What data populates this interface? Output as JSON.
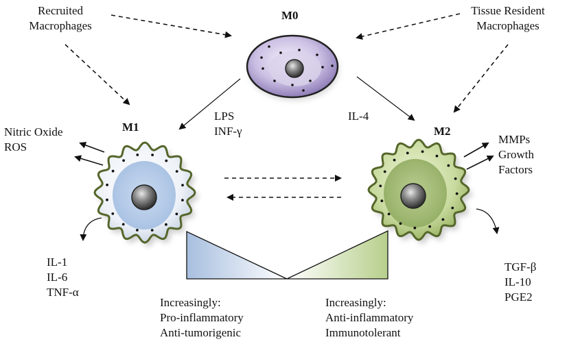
{
  "sources": {
    "recruited": [
      "Recruited",
      "Macrophages"
    ],
    "resident": [
      "Tissue Resident",
      "Macrophages"
    ]
  },
  "cells": {
    "m0": {
      "label": "M0"
    },
    "m1": {
      "label": "M1"
    },
    "m2": {
      "label": "M2"
    }
  },
  "stimuli": {
    "m1": [
      "LPS",
      "INF-γ"
    ],
    "m2": [
      "IL-4"
    ]
  },
  "m1_outputs": {
    "upper": [
      "Nitric Oxide",
      "ROS"
    ],
    "cytokines": [
      "IL-1",
      "IL-6",
      "TNF-α"
    ]
  },
  "m2_outputs": {
    "upper": [
      "MMPs",
      "Growth",
      "Factors"
    ],
    "cytokines": [
      "TGF-β",
      "IL-10",
      "PGE2"
    ]
  },
  "gradients": {
    "m1": {
      "heading": "Increasingly:",
      "traits": [
        "Pro-inflammatory",
        "Anti-tumorigenic"
      ]
    },
    "m2": {
      "heading": "Increasingly:",
      "traits": [
        "Anti-inflammatory",
        "Immunotolerant"
      ]
    }
  },
  "colors": {
    "m0_fill": "#c7bbe0",
    "m1_fill": "#dbe6f3",
    "m2_fill": "#c9d99f",
    "m1_gradient": "#a8bfdf",
    "m2_gradient": "#b7cf8c",
    "membrane": "#5a6b2e"
  }
}
